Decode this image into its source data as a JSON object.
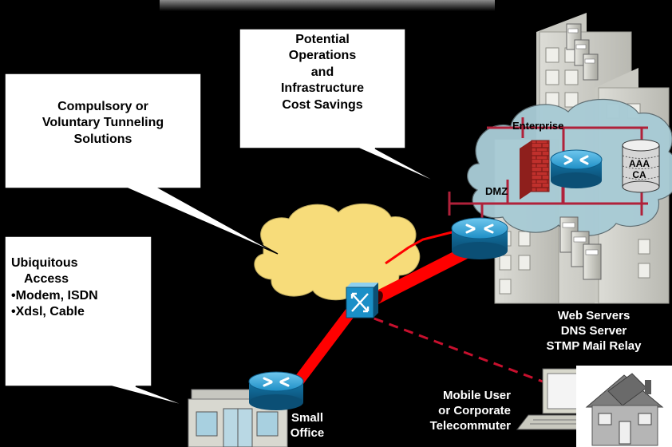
{
  "callouts": {
    "operations": [
      "Potential",
      "Operations",
      "and",
      "Infrastructure",
      "Cost Savings"
    ],
    "tunneling": [
      "Compulsory or",
      "Voluntary Tunneling",
      "Solutions"
    ],
    "access_title": [
      "Ubiquitous",
      "Access"
    ],
    "access_items": [
      "Modem, ISDN",
      "Xdsl, Cable"
    ]
  },
  "labels": {
    "enterprise": "Enterprise",
    "dmz": "DMZ",
    "aaa": "AAA",
    "ca": "CA",
    "servers": [
      "Web Servers",
      "DNS Server",
      "STMP Mail Relay"
    ],
    "mobile_user": [
      "Mobile User",
      "or Corporate",
      "Telecommuter"
    ],
    "small_office": [
      "Small",
      "Office"
    ]
  },
  "colors": {
    "background": "#000000",
    "tunnel": "#ff0000",
    "router": "#1a8fc7",
    "cloud": "#f7dc7a",
    "enterprise_cloud": "#a8cbd5",
    "firewall": "#c0302c",
    "dmz_line": "#b0213a"
  },
  "icons": [
    "router-icon",
    "atm-switch-icon",
    "firewall-icon",
    "database-icon",
    "server-tower-icon",
    "laptop-icon",
    "house-icon",
    "building-icon"
  ]
}
